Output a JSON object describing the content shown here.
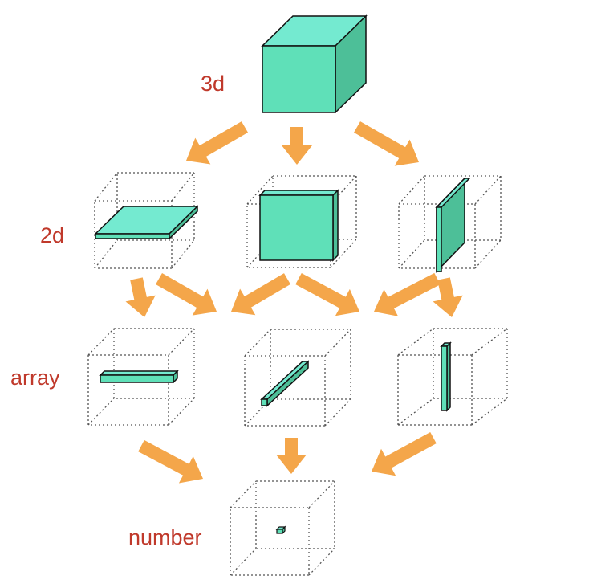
{
  "labels": {
    "level_3d": "3d",
    "level_2d": "2d",
    "level_array": "array",
    "level_number": "number"
  },
  "colors": {
    "label": "#c0392b",
    "arrow": "#f4a64a",
    "face_front": "#5fe0b8",
    "face_top": "#74ead0",
    "face_side": "#4dbf98",
    "edge": "#111111",
    "dotted": "#555555"
  }
}
